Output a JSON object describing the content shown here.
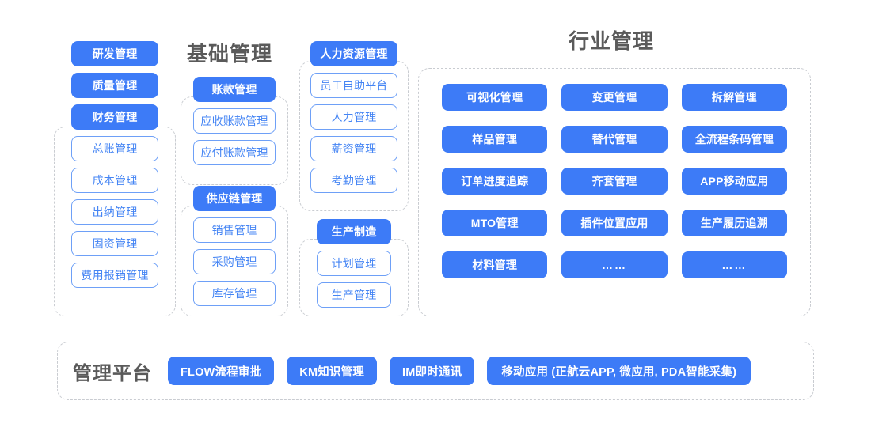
{
  "page": {
    "background": "#ffffff",
    "accent_solid": "#3d7bf7",
    "accent_outline_border": "#6ea0f7",
    "accent_outline_text": "#4585f4",
    "title_color": "#5a5a5a",
    "dashed_border_color": "#c9ccd1"
  },
  "column1": {
    "top_pills": [
      {
        "label": "研发管理"
      },
      {
        "label": "质量管理"
      },
      {
        "label": "财务管理"
      }
    ],
    "group_items": [
      {
        "label": "总账管理"
      },
      {
        "label": "成本管理"
      },
      {
        "label": "出纳管理"
      },
      {
        "label": "固资管理"
      },
      {
        "label": "费用报销管理"
      }
    ]
  },
  "column2": {
    "title": "基础管理",
    "group_a": {
      "header": "账款管理",
      "items": [
        {
          "label": "应收账款管理"
        },
        {
          "label": "应付账款管理"
        }
      ]
    },
    "group_b": {
      "header": "供应链管理",
      "items": [
        {
          "label": "销售管理"
        },
        {
          "label": "采购管理"
        },
        {
          "label": "库存管理"
        }
      ]
    }
  },
  "column3": {
    "group_a": {
      "header": "人力资源管理",
      "items": [
        {
          "label": "员工自助平台"
        },
        {
          "label": "人力管理"
        },
        {
          "label": "薪资管理"
        },
        {
          "label": "考勤管理"
        }
      ]
    },
    "group_b": {
      "header": "生产制造",
      "items": [
        {
          "label": "计划管理"
        },
        {
          "label": "生产管理"
        }
      ]
    }
  },
  "industry": {
    "title": "行业管理",
    "items": [
      {
        "label": "可视化管理"
      },
      {
        "label": "变更管理"
      },
      {
        "label": "拆解管理"
      },
      {
        "label": "样品管理"
      },
      {
        "label": "替代管理"
      },
      {
        "label": "全流程条码管理"
      },
      {
        "label": "订单进度追踪"
      },
      {
        "label": "齐套管理"
      },
      {
        "label": "APP移动应用"
      },
      {
        "label": "MTO管理"
      },
      {
        "label": "插件位置应用"
      },
      {
        "label": "生产履历追溯"
      },
      {
        "label": "材料管理"
      },
      {
        "label": "……"
      },
      {
        "label": "……"
      }
    ]
  },
  "platform": {
    "label": "管理平台",
    "items": [
      {
        "label": "FLOW流程审批"
      },
      {
        "label": "KM知识管理"
      },
      {
        "label": "IM即时通讯"
      },
      {
        "label": "移动应用 (正航云APP, 微应用, PDA智能采集)"
      }
    ]
  }
}
